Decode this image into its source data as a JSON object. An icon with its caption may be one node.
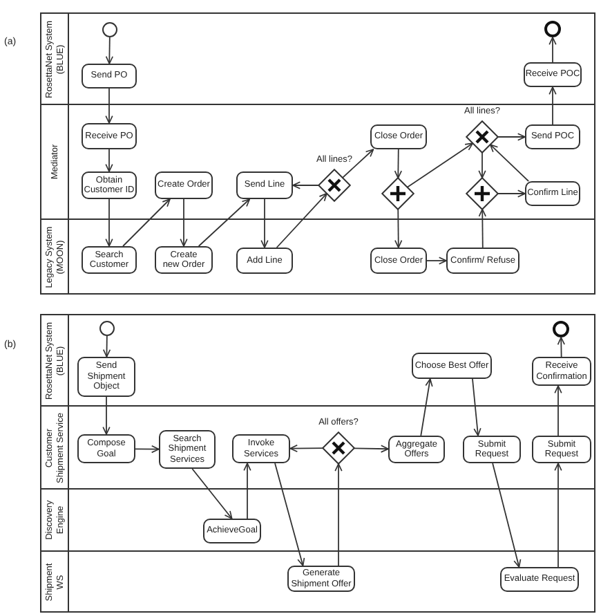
{
  "diagram": {
    "nodes": [
      {
        "text": [
          "RosettaNet System (BLUE)"
        ]
      },
      {
        "text": [],
        "shape": "circle",
        "in": 0
      },
      {
        "text": [
          "Send PO"
        ],
        "in": 0
      },
      {
        "text": [
          "Receive POC"
        ],
        "in": 0
      },
      {
        "text": [],
        "shape": "circle",
        "in": 0
      },
      {
        "text": [
          "Mediator"
        ]
      },
      {
        "text": [
          "Receive PO"
        ],
        "in": 5
      },
      {
        "text": [
          "Obtain Customer ID"
        ],
        "in": 5
      },
      {
        "text": [
          "Create Order"
        ],
        "in": 5
      },
      {
        "text": [
          "Send Line"
        ],
        "in": 5
      },
      {
        "text": [],
        "shape": "diamond",
        "beside": [
          "All lines?"
        ],
        "in": 5
      },
      {
        "text": [
          "Close Order"
        ],
        "in": 5
      },
      {
        "text": [],
        "shape": "diamond",
        "in": 5
      },
      {
        "text": [],
        "shape": "diamond",
        "beside": [
          "All lines?"
        ],
        "in": 5
      },
      {
        "text": [],
        "shape": "diamond",
        "in": 5
      },
      {
        "text": [
          "Send POC"
        ],
        "in": 5
      },
      {
        "text": [
          "Confirm Line"
        ],
        "in": 5
      },
      {
        "text": [
          "Legacy System (MOON)"
        ]
      },
      {
        "text": [
          "Search Customer"
        ],
        "in": 17
      },
      {
        "text": [
          "Create new Order"
        ],
        "in": 17
      },
      {
        "text": [
          "Add Line"
        ],
        "in": 17
      },
      {
        "text": [
          "Close Order"
        ],
        "in": 17
      },
      {
        "text": [
          "Confirm/ Refuse"
        ],
        "in": 17
      },
      {
        "text": [
          "RosettaNet System (BLUE)"
        ]
      },
      {
        "text": [],
        "shape": "circle",
        "in": 23
      },
      {
        "text": [
          "Send Shipment Object"
        ],
        "in": 23
      },
      {
        "text": [
          "Choose Best Offer"
        ],
        "in": 23
      },
      {
        "text": [
          "Receive Confirmation"
        ],
        "in": 23
      },
      {
        "text": [],
        "shape": "circle",
        "in": 23
      },
      {
        "text": [
          "Customer Shipment Service"
        ]
      },
      {
        "text": [
          "Compose Goal"
        ],
        "in": 29
      },
      {
        "text": [
          "Search Shipment Services"
        ],
        "in": 29
      },
      {
        "text": [
          "Invoke Services"
        ],
        "in": 29
      },
      {
        "text": [],
        "shape": "diamond",
        "beside": [
          "All offers?"
        ],
        "in": 29
      },
      {
        "text": [
          "Aggregate Offers"
        ],
        "in": 29
      },
      {
        "text": [
          "Submit Request"
        ],
        "in": 29
      },
      {
        "text": [
          "Submit Request"
        ],
        "in": 29
      },
      {
        "text": [
          "Discovery Engine"
        ]
      },
      {
        "text": [
          "AchieveGoal"
        ],
        "in": 37
      },
      {
        "text": [
          "Shipment WS"
        ]
      },
      {
        "text": [
          "Generate Shipment Offer"
        ],
        "in": 39
      },
      {
        "text": [
          "Evaluate Request"
        ],
        "in": 39
      }
    ],
    "edges": [
      {
        "from": 1,
        "to": 2,
        "arrow": "to"
      },
      {
        "from": 2,
        "to": 6,
        "arrow": "to"
      },
      {
        "from": 6,
        "to": 7,
        "arrow": "to"
      },
      {
        "from": 7,
        "to": 18,
        "arrow": "to"
      },
      {
        "from": 18,
        "to": 8,
        "arrow": "to"
      },
      {
        "from": 8,
        "to": 19,
        "arrow": "to"
      },
      {
        "from": 19,
        "to": 9,
        "arrow": "to"
      },
      {
        "from": 9,
        "to": 20,
        "arrow": "to"
      },
      {
        "from": 20,
        "to": 10,
        "arrow": "to"
      },
      {
        "from": 10,
        "to": 9,
        "arrow": "to"
      },
      {
        "from": 10,
        "to": 11,
        "arrow": "to"
      },
      {
        "from": 11,
        "to": 12,
        "arrow": "to"
      },
      {
        "from": 12,
        "to": 21,
        "arrow": "to"
      },
      {
        "from": 12,
        "to": 13,
        "arrow": "to"
      },
      {
        "from": 21,
        "to": 22,
        "arrow": "to"
      },
      {
        "from": 22,
        "to": 14,
        "arrow": "to"
      },
      {
        "from": 13,
        "to": 14,
        "arrow": "to"
      },
      {
        "from": 14,
        "to": 16,
        "arrow": "to"
      },
      {
        "from": 16,
        "to": 13,
        "arrow": "to"
      },
      {
        "from": 13,
        "to": 15,
        "arrow": "to"
      },
      {
        "from": 15,
        "to": 3,
        "arrow": "to"
      },
      {
        "from": 3,
        "to": 4,
        "arrow": "to"
      },
      {
        "from": 24,
        "to": 25,
        "arrow": "to"
      },
      {
        "from": 25,
        "to": 30,
        "arrow": "to"
      },
      {
        "from": 30,
        "to": 31,
        "arrow": "to"
      },
      {
        "from": 31,
        "to": 38,
        "arrow": "to"
      },
      {
        "from": 38,
        "to": 32,
        "arrow": "to"
      },
      {
        "from": 32,
        "to": 40,
        "arrow": "to"
      },
      {
        "from": 40,
        "to": 33,
        "arrow": "to"
      },
      {
        "from": 33,
        "to": 32,
        "arrow": "to"
      },
      {
        "from": 33,
        "to": 34,
        "arrow": "to"
      },
      {
        "from": 34,
        "to": 26,
        "arrow": "to"
      },
      {
        "from": 26,
        "to": 35,
        "arrow": "to"
      },
      {
        "from": 35,
        "to": 41,
        "arrow": "to"
      },
      {
        "from": 41,
        "to": 36,
        "arrow": "to"
      },
      {
        "from": 36,
        "to": 27,
        "arrow": "to"
      },
      {
        "from": 27,
        "to": 28,
        "arrow": "to"
      }
    ],
    "labels": [
      "(a)",
      "(b)"
    ]
  }
}
